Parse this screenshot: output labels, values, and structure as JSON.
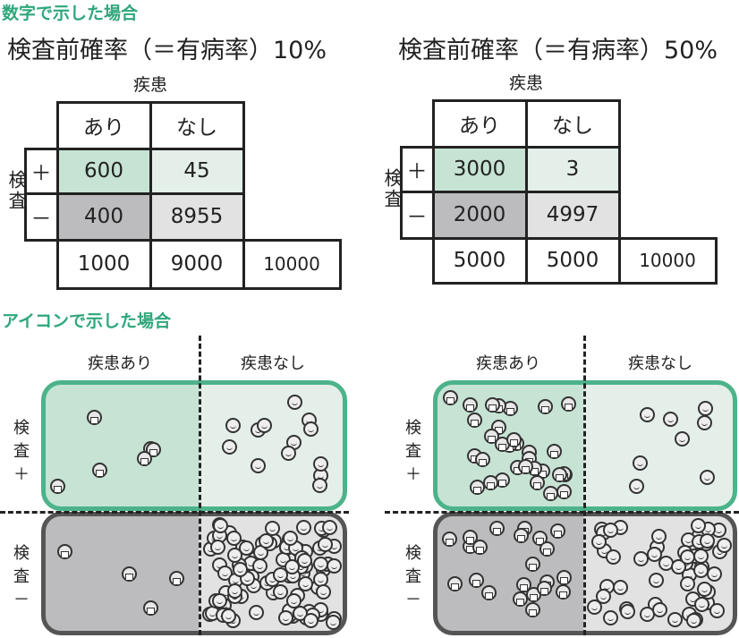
{
  "section1_title": "数字で示した場合",
  "section2_title": "アイコンで示した場合",
  "colors": {
    "accent": "#2ea77a",
    "tp": "#c6e3d4",
    "fp": "#e3efe8",
    "fn": "#bcbcbe",
    "tn": "#e2e2e2"
  },
  "tables": [
    {
      "title": "検査前確率（＝有病率）10%",
      "disease": "疾患",
      "test": "検査",
      "cols": [
        "あり",
        "なし"
      ],
      "rows": [
        "＋",
        "－"
      ],
      "tp": "600",
      "fp": "45",
      "fn": "400",
      "tn": "8955",
      "totals": [
        "1000",
        "9000",
        "10000"
      ]
    },
    {
      "title": "検査前確率（＝有病率）50%",
      "disease": "疾患",
      "test": "検査",
      "cols": [
        "あり",
        "なし"
      ],
      "rows": [
        "＋",
        "－"
      ],
      "tp": "3000",
      "fp": "3",
      "fn": "2000",
      "tn": "4997",
      "totals": [
        "5000",
        "5000",
        "10000"
      ]
    }
  ],
  "icon_panels": [
    {
      "col_labels": [
        "疾患あり",
        "疾患なし"
      ],
      "row_labels": [
        "検査＋",
        "検査－"
      ],
      "counts": {
        "tp": 6,
        "fp": 13,
        "fn": 4,
        "tn": 95
      }
    },
    {
      "col_labels": [
        "疾患あり",
        "疾患なし"
      ],
      "row_labels": [
        "検査＋",
        "検査－"
      ],
      "counts": {
        "tp": 32,
        "fp": 8,
        "fn": 22,
        "tn": 55
      }
    }
  ]
}
